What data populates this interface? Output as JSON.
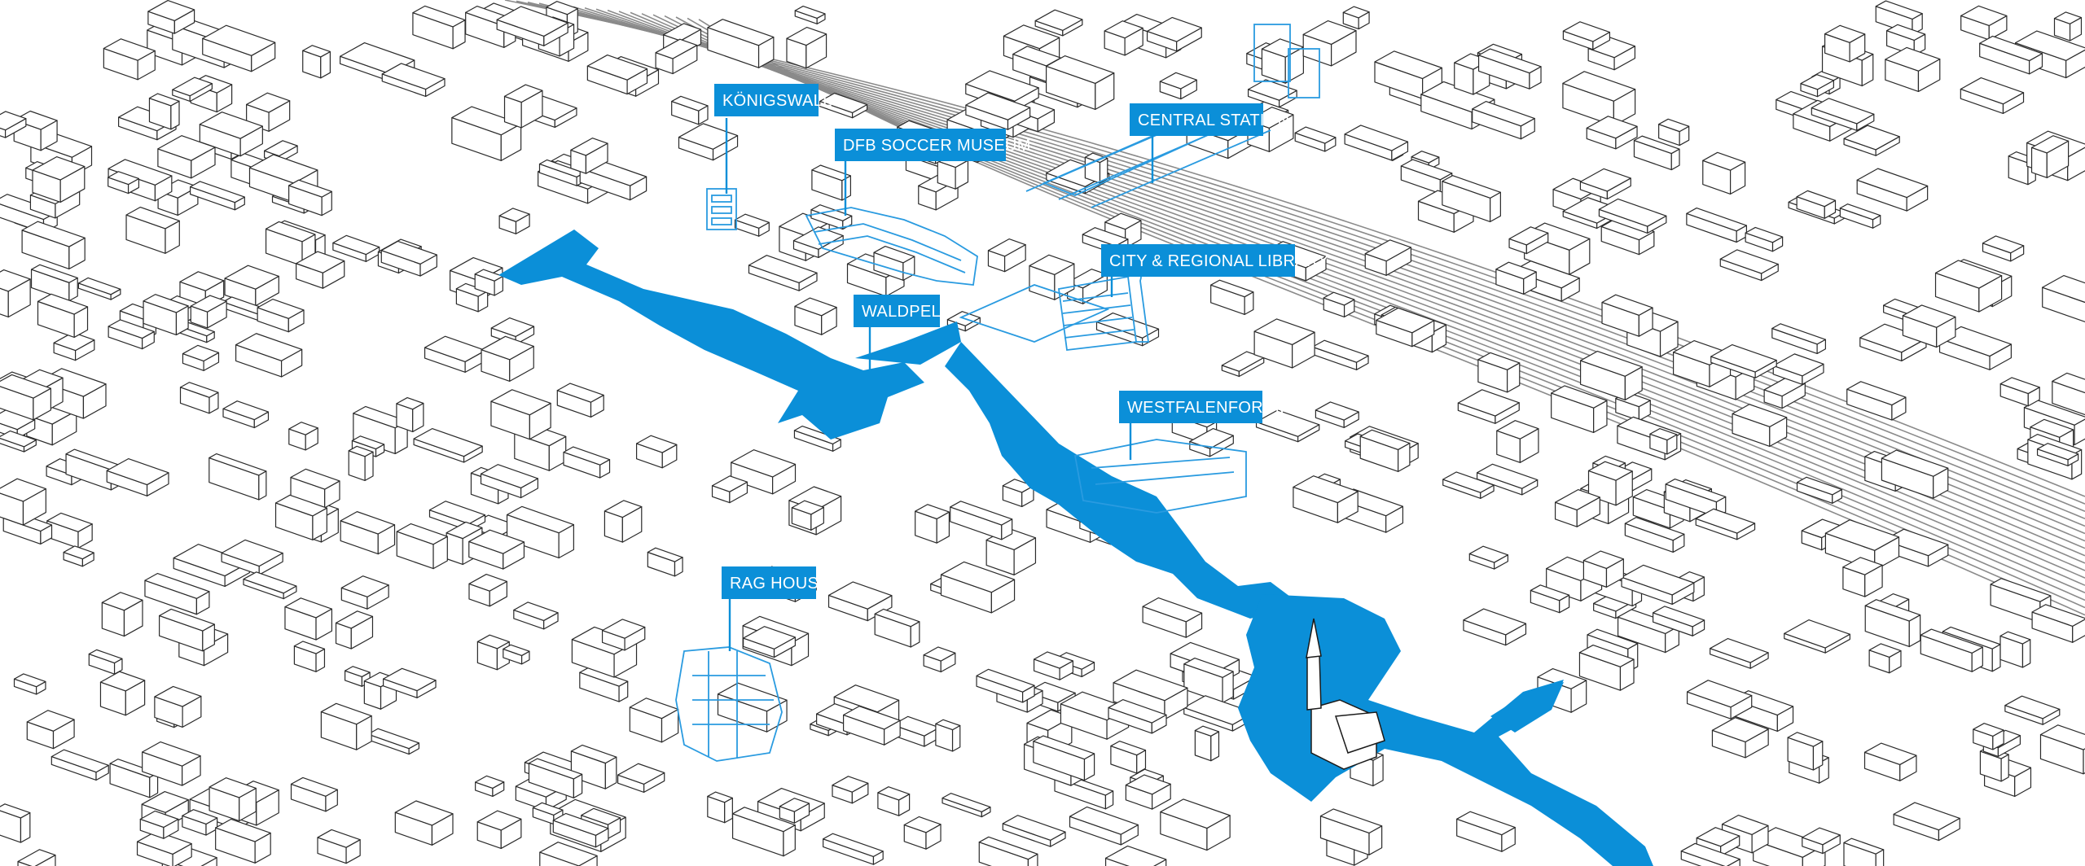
{
  "colors": {
    "accent": "#0b8fd8",
    "highlight_outline": "#2a9be0",
    "building_stroke": "#2b2b2b",
    "background": "#ffffff"
  },
  "labels": {
    "konigswall": "KÖNIGSWALL",
    "dfb_soccer_museum": "DFB SOCCER MUSEUM",
    "central_station": "CENTRAL STATION",
    "city_regional_library": "CITY & REGIONAL LIBRARY",
    "waldpelz": "WALDPELZ",
    "westfalenforum": "WESTFALENFORUM",
    "rag_house": "RAG HOUSE"
  }
}
